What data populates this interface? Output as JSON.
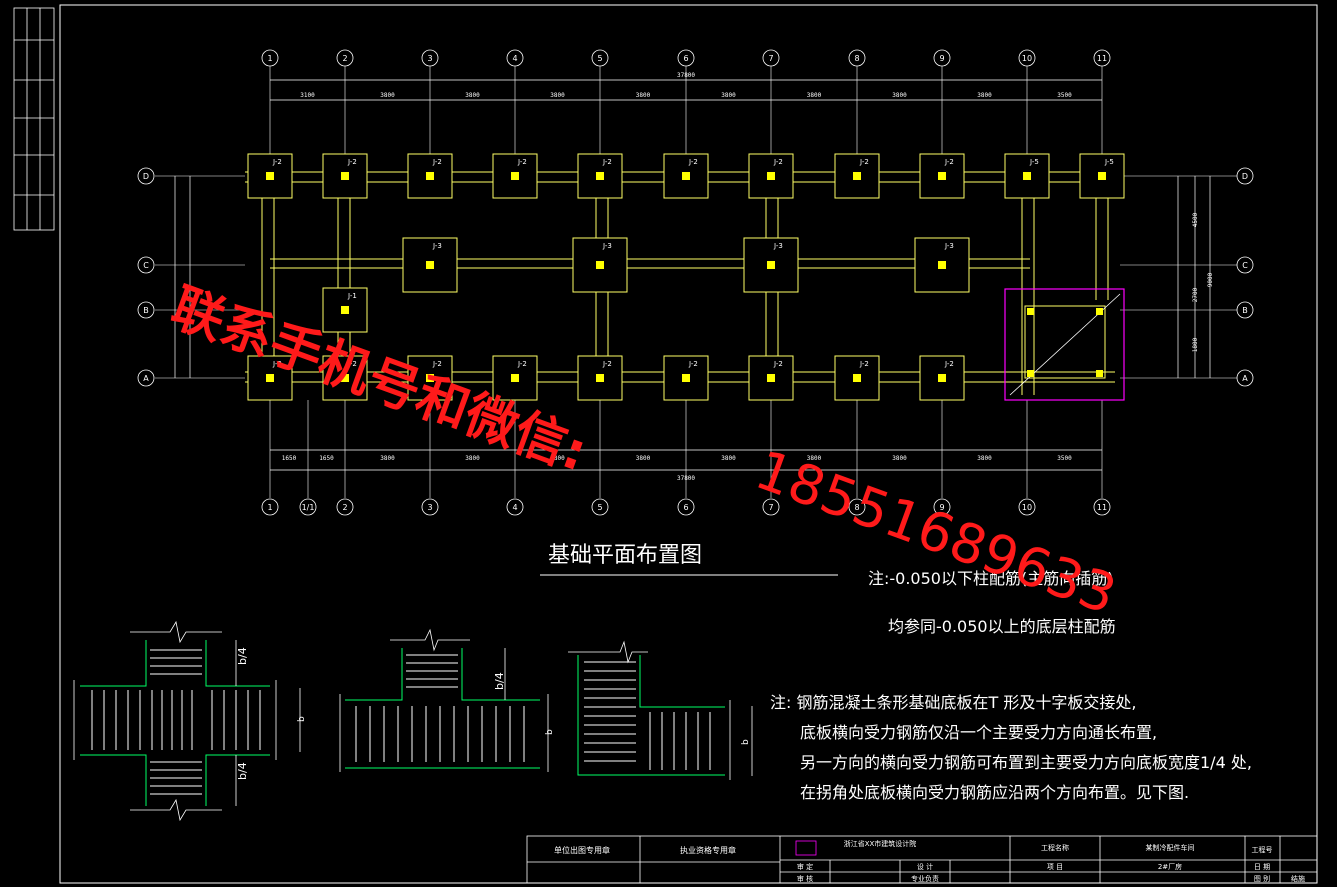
{
  "axes_top": [
    "1",
    "2",
    "3",
    "4",
    "5",
    "6",
    "7",
    "8",
    "9",
    "10",
    "11"
  ],
  "axes_bottom": [
    "1",
    "1/1",
    "2",
    "3",
    "4",
    "5",
    "6",
    "7",
    "8",
    "9",
    "10",
    "11"
  ],
  "axes_side": [
    "D",
    "C",
    "B",
    "A"
  ],
  "footings_top_row": [
    "J-2",
    "J-2",
    "J-2",
    "J-2",
    "J-2",
    "J-2",
    "J-2",
    "J-2",
    "J-2",
    "J-5",
    "J-5"
  ],
  "footings_mid_row": [
    "J-3",
    "J-3",
    "J-3",
    "J-3"
  ],
  "footings_b_row": [
    "J-1"
  ],
  "footings_bottom_row": [
    "J-2",
    "J-2",
    "J-2",
    "J-2",
    "J-2",
    "J-2",
    "J-2",
    "J-2",
    "J-2"
  ],
  "dim_top_total": "37800",
  "dim_top_spans": [
    "3100",
    "3800",
    "3800",
    "3800",
    "3800",
    "3800",
    "3800",
    "3800",
    "3800",
    "3500"
  ],
  "dim_bottom_spans": [
    "1650",
    "1650",
    "3800",
    "3800",
    "3800",
    "3800",
    "3800",
    "3800",
    "3800",
    "3800",
    "3500"
  ],
  "dim_bottom_total": "37800",
  "dim_right": [
    "4500",
    "9000",
    "2700",
    "1800"
  ],
  "plan_title": "基础平面布置图",
  "note_column_line1": "注:-0.050以下柱配筋(主筋向插筋)",
  "note_column_line2": "均参同-0.050以上的底层柱配筋",
  "note_strip_lines": [
    "注: 钢筋混凝土条形基础底板在T 形及十字板交接处,",
    "底板横向受力钢筋仅沿一个主要受力方向通长布置,",
    "另一方向的横向受力钢筋可布置到主要受力方向底板宽度1/4 处,",
    "在拐角处底板横向受力钢筋应沿两个方向布置。见下图."
  ],
  "detail_labels": {
    "quarter": "b/4",
    "width": "b"
  },
  "watermark_line1": "联系手机号和微信:",
  "watermark_line2": "18551689633",
  "title_block": {
    "cell_1": "单位出图专用章",
    "cell_2": "执业资格专用章",
    "institute": "浙江省XX市建筑设计院",
    "project_label": "工程名称",
    "project_name": "某制冷配件车间",
    "sub_project": "2#厂房",
    "drawing_no_label": "工程号",
    "role_1": "审 定",
    "role_2": "审 核",
    "role_3": "设 计",
    "role_4": "专业负责",
    "field_1": "项 目",
    "date_label": "日 期",
    "figure_label": "图 别",
    "figure_value": "结施"
  },
  "colors": {
    "background": "#000000",
    "lines": "#ffffff",
    "footing": "#ffff66",
    "node": "#ffff00",
    "highlight_box": "#ff00ff",
    "bar_text": "#00ffff",
    "detail_lines": "#00ff66",
    "watermark": "#ff1a1a"
  }
}
